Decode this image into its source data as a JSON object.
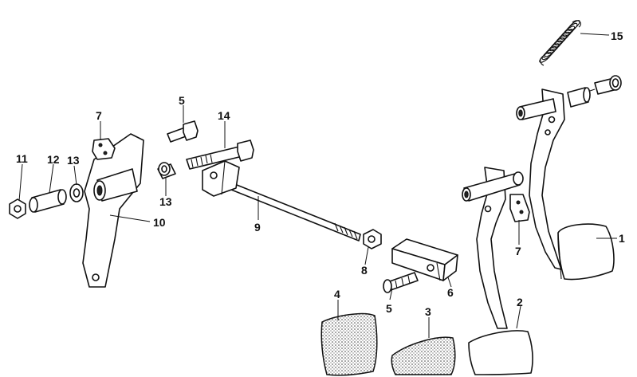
{
  "diagram": {
    "callouts": [
      {
        "id": "c1",
        "text": "1"
      },
      {
        "id": "c2",
        "text": "2"
      },
      {
        "id": "c3",
        "text": "3"
      },
      {
        "id": "c4",
        "text": "4"
      },
      {
        "id": "c5a",
        "text": "5"
      },
      {
        "id": "c5b",
        "text": "5"
      },
      {
        "id": "c6",
        "text": "6"
      },
      {
        "id": "c7a",
        "text": "7"
      },
      {
        "id": "c7b",
        "text": "7"
      },
      {
        "id": "c8",
        "text": "8"
      },
      {
        "id": "c9",
        "text": "9"
      },
      {
        "id": "c10",
        "text": "10"
      },
      {
        "id": "c11",
        "text": "11"
      },
      {
        "id": "c12",
        "text": "12"
      },
      {
        "id": "c13a",
        "text": "13"
      },
      {
        "id": "c13b",
        "text": "13"
      },
      {
        "id": "c14",
        "text": "14"
      },
      {
        "id": "c15",
        "text": "15"
      }
    ],
    "colors": {
      "ink": "#111111",
      "background": "#ffffff"
    }
  }
}
